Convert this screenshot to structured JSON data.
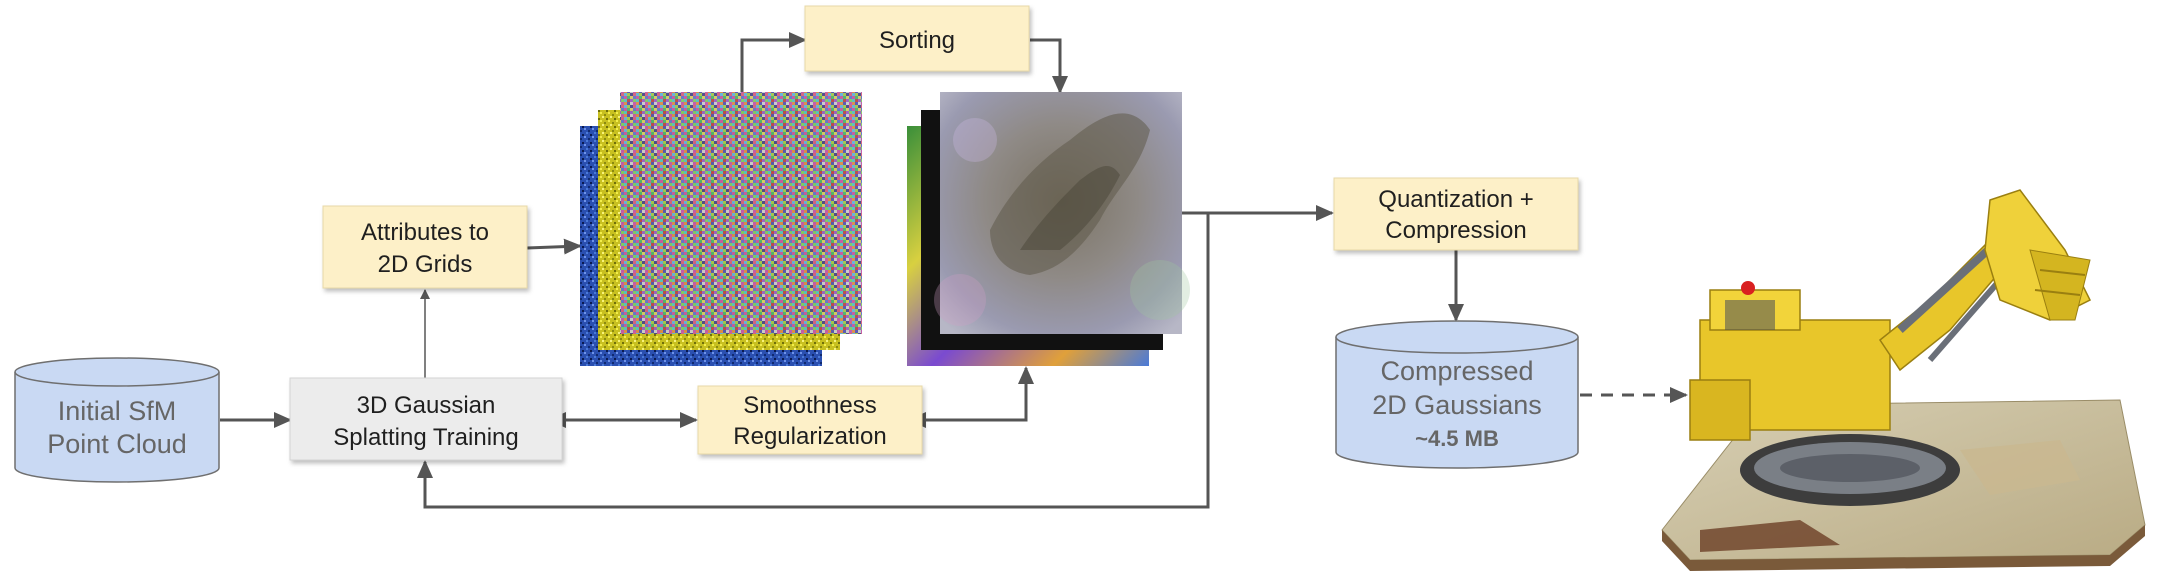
{
  "nodes": {
    "initial_sfm": {
      "line1": "Initial SfM",
      "line2": "Point Cloud"
    },
    "gs_training": {
      "line1": "3D Gaussian",
      "line2": "Splatting Training"
    },
    "attributes": {
      "line1": "Attributes to",
      "line2": "2D Grids"
    },
    "sorting": {
      "label": "Sorting"
    },
    "smoothness": {
      "line1": "Smoothness",
      "line2": "Regularization"
    },
    "quantization": {
      "line1": "Quantization +",
      "line2": "Compression"
    },
    "compressed": {
      "line1": "Compressed",
      "line2": "2D Gaussians",
      "line3": "~4.5 MB"
    }
  },
  "colors": {
    "cylinder_fill": "#c9d9f3",
    "yellow_box": "#fdf0c8",
    "gray_box": "#ececec",
    "arrow": "#555555",
    "text": "#1f1f1f",
    "cylinder_text": "#666666"
  },
  "images": {
    "noise_grids": "random-noise-grid-stack",
    "sorted_grids": "sorted-smooth-grid-stack",
    "render": "lego-excavator-render"
  }
}
